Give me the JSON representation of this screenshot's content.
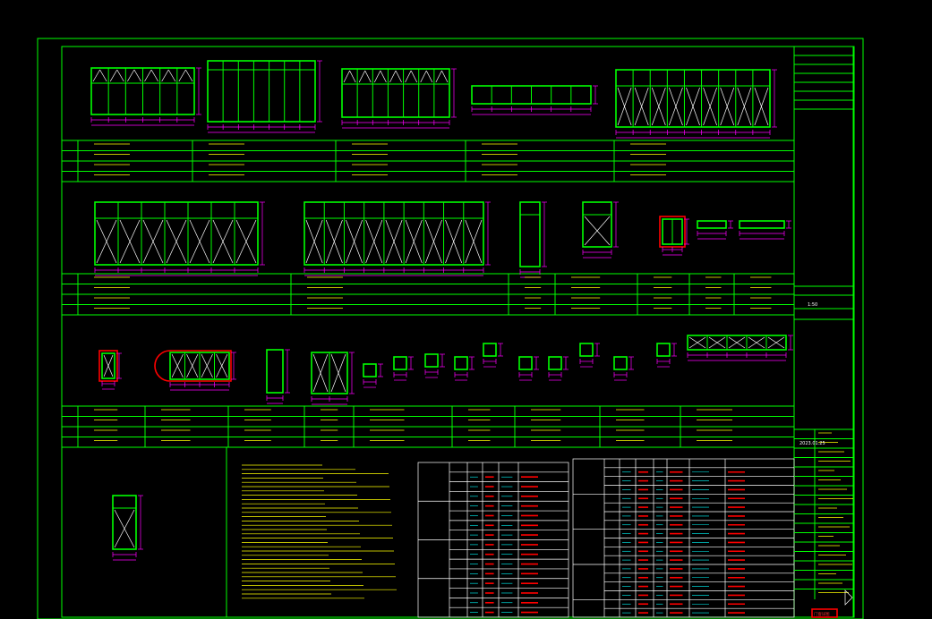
{
  "sheet": {
    "title_block": {
      "date": "2023.01.25",
      "scale": "1:50",
      "sheet_number": "门窗详图"
    }
  },
  "colors": {
    "background": "#000000",
    "frame": "#00ff00",
    "dimension": "#ff00ff",
    "text": "#ffffff",
    "note": "#ffff00",
    "highlight": "#ff0000"
  }
}
